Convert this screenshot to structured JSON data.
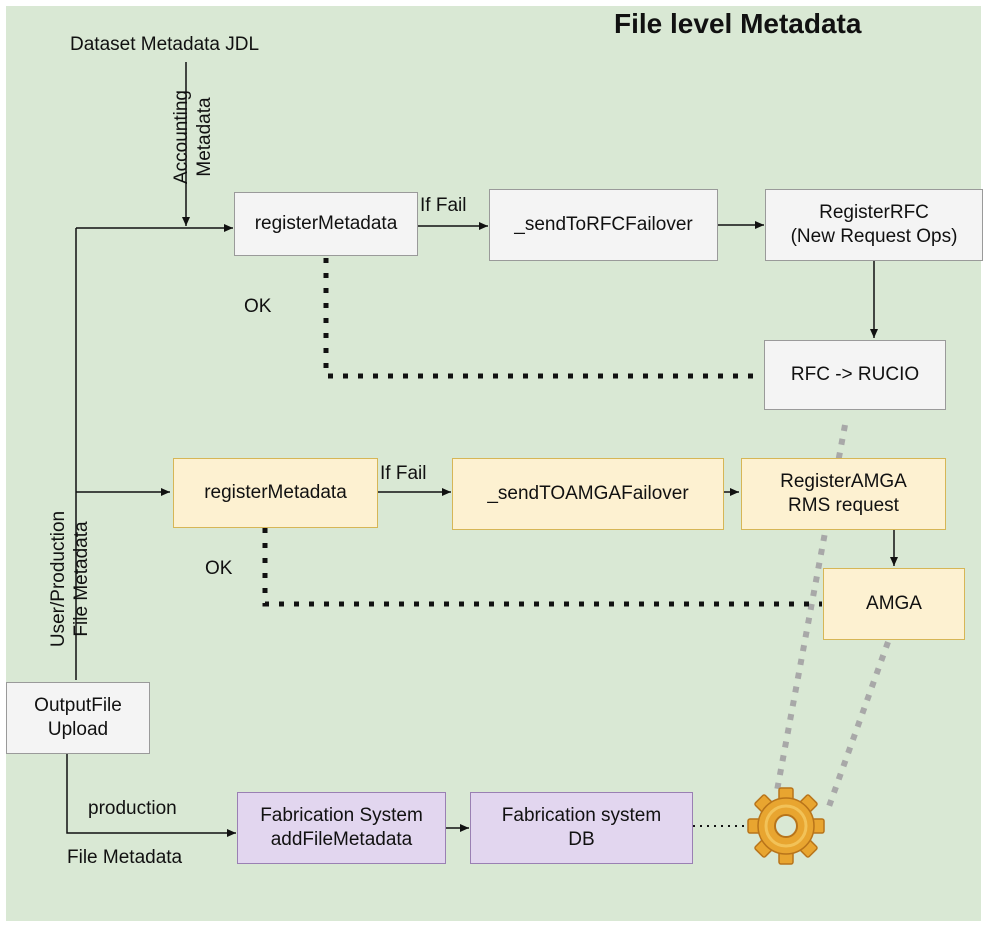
{
  "title": "File level Metadata",
  "labels": {
    "dataset_jdl": "Dataset Metadata JDL",
    "accounting": "Accounting\nMetadata",
    "user_production": "User/Production\nFile Metadata",
    "if_fail_1": "If Fail",
    "if_fail_2": "If Fail",
    "ok_1": "OK",
    "ok_2": "OK",
    "production": "production",
    "file_metadata": "File Metadata"
  },
  "boxes": {
    "register_metadata_1": "registerMetadata",
    "send_to_rfc_failover": "_sendToRFCFailover",
    "register_rfc": "RegisterRFC\n(New Request Ops)",
    "rfc_rucio": "RFC -> RUCIO",
    "register_metadata_2": "registerMetadata",
    "send_to_amga_failover": "_sendTOAMGAFailover",
    "register_amga": "RegisterAMGA\nRMS request",
    "amga": "AMGA",
    "output_file_upload": "OutputFile\nUpload",
    "fabrication_add": "Fabrication System\naddFileMetadata",
    "fabrication_db": "Fabrication system\nDB"
  },
  "colors": {
    "background": "#d9e8d4",
    "gray_box": "#f4f4f4",
    "yellow_box": "#fdf1d1",
    "purple_box": "#e2d6ef"
  },
  "icons": {
    "engine": "gear-icon"
  }
}
